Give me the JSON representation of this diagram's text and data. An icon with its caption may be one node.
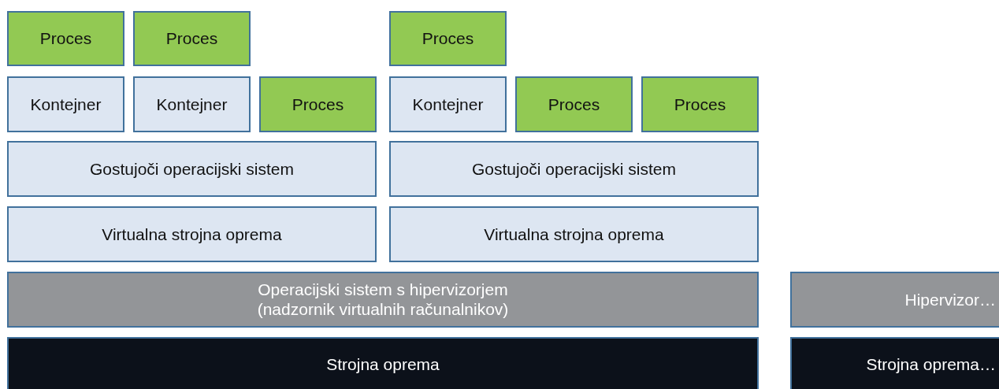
{
  "diagram": {
    "nodes": [
      {
        "text": [
          "Proces"
        ]
      },
      {
        "text": [
          "Proces"
        ]
      },
      {
        "text": [
          "Proces"
        ]
      },
      {
        "text": [
          "Kontejner"
        ]
      },
      {
        "text": [
          "Kontejner"
        ]
      },
      {
        "text": [
          "Proces"
        ]
      },
      {
        "text": [
          "Kontejner"
        ]
      },
      {
        "text": [
          "Proces"
        ]
      },
      {
        "text": [
          "Proces"
        ]
      },
      {
        "text": [
          "Gostujoči operacijski sistem"
        ]
      },
      {
        "text": [
          "Gostujoči operacijski sistem"
        ]
      },
      {
        "text": [
          "Virtualna strojna oprema"
        ]
      },
      {
        "text": [
          "Virtualna strojna oprema"
        ]
      },
      {
        "text": [
          "Operacijski sistem s hipervizorjem (nadzornik virtualnih računalnikov)"
        ]
      },
      {
        "text": [
          "Hipervizor…"
        ]
      },
      {
        "text": [
          "Strojna oprema"
        ]
      },
      {
        "text": [
          "Strojna oprema…"
        ]
      }
    ]
  }
}
